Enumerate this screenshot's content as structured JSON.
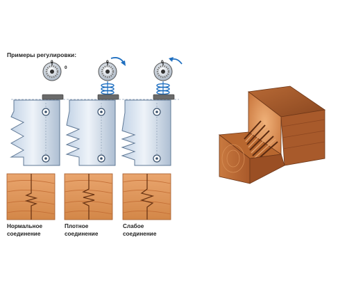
{
  "heading": "Примеры регулировки:",
  "dial_mark": "0",
  "panels": [
    {
      "key": "normal",
      "caption_line1": "Нормальное",
      "caption_line2": "соединение",
      "rotation": "none"
    },
    {
      "key": "tight",
      "caption_line1": "Плотное",
      "caption_line2": "соединение",
      "rotation": "clockwise"
    },
    {
      "key": "loose",
      "caption_line1": "Слабое",
      "caption_line2": "соединение",
      "rotation": "counterclockwise"
    }
  ],
  "colors": {
    "blade_light": "#dfe8f3",
    "blade_dark": "#9fb5cd",
    "blade_edge": "#5f7895",
    "arrow_blue": "#1f6fc0",
    "wood_light": "#e7a169",
    "wood_mid": "#cd7d45",
    "wood_dark": "#8e4a22",
    "dashed_line": "#8da3bb"
  },
  "icons": [
    "adjustment-dial-icon",
    "rotation-arrow-icon",
    "spring-coil-icon",
    "bolt-hole-icon",
    "wood-grain-icon"
  ]
}
